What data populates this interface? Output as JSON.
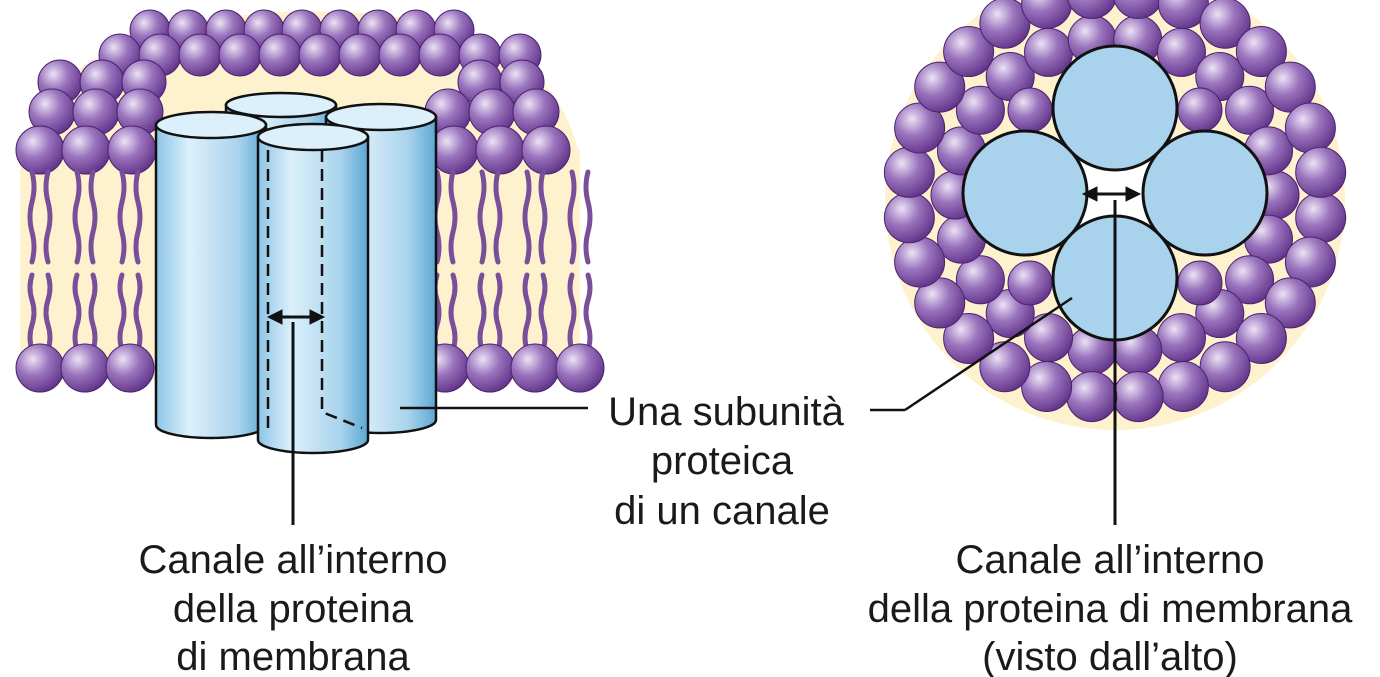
{
  "labels": {
    "subunit": [
      "Una subunità",
      "proteica",
      "di un canale"
    ],
    "channel_side": [
      "Canale all’interno",
      "della proteina",
      "di membrana"
    ],
    "channel_top": [
      "Canale all’interno",
      "della proteina di membrana",
      "(visto dall’alto)"
    ]
  },
  "colors": {
    "lipid_head_dark": "#5e2f86",
    "lipid_head_mid": "#9a74bd",
    "lipid_head_light": "#ece2f5",
    "lipid_tail": "#7a4f99",
    "membrane_fill": "#fdf2cd",
    "protein_fill": "#a9d3ec",
    "protein_light": "#dcf0fb",
    "protein_dark": "#5ba7d4",
    "outline": "#111111"
  }
}
